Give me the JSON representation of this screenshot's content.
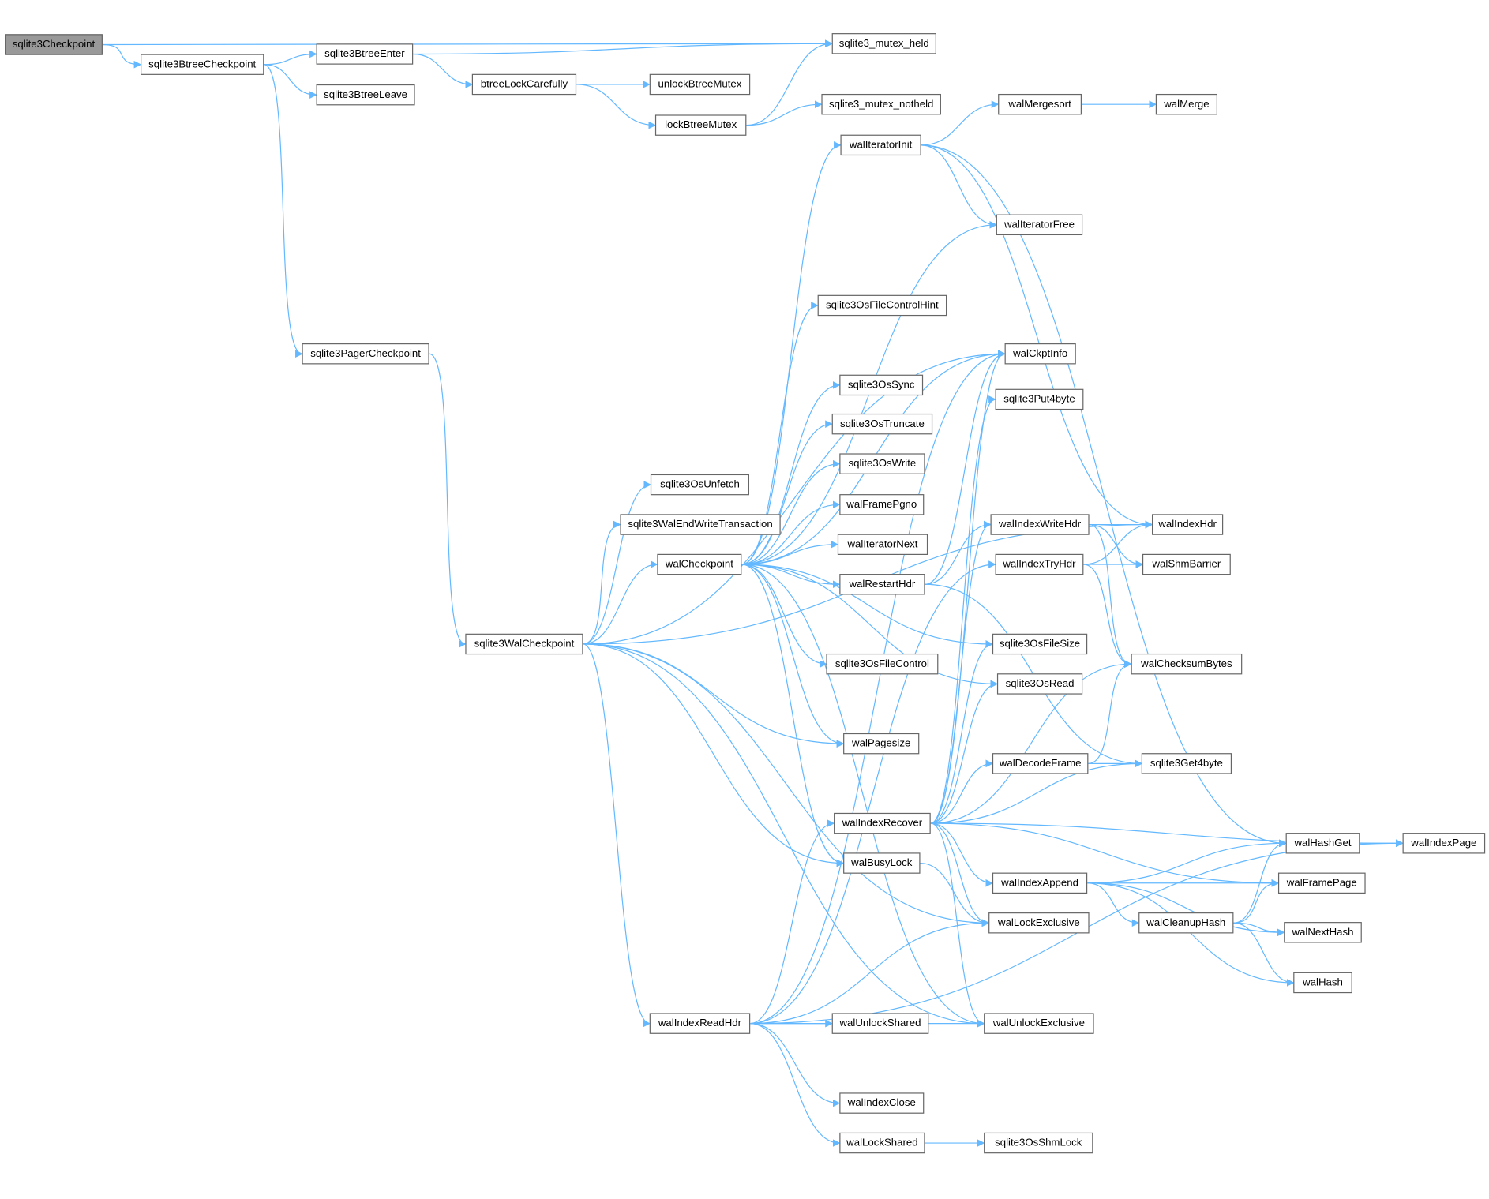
{
  "diagram": {
    "type": "call-graph",
    "edge_color": "#63b8ff",
    "root_fill": "#999999",
    "node_border": "#666666",
    "root": "sqlite3Checkpoint",
    "nodes": [
      "sqlite3Checkpoint",
      "sqlite3BtreeCheckpoint",
      "sqlite3BtreeEnter",
      "sqlite3BtreeLeave",
      "sqlite3_mutex_held",
      "btreeLockCarefully",
      "unlockBtreeMutex",
      "lockBtreeMutex",
      "sqlite3_mutex_notheld",
      "walMergesort",
      "walMerge",
      "walIteratorInit",
      "walIteratorFree",
      "sqlite3OsFileControlHint",
      "walCkptInfo",
      "sqlite3OsSync",
      "sqlite3Put4byte",
      "sqlite3OsTruncate",
      "sqlite3OsWrite",
      "sqlite3OsUnfetch",
      "walFramePgno",
      "sqlite3WalEndWriteTransaction",
      "walIndexWriteHdr",
      "walIndexHdr",
      "walCheckpoint",
      "walIteratorNext",
      "walIndexTryHdr",
      "walShmBarrier",
      "walRestartHdr",
      "sqlite3PagerCheckpoint",
      "sqlite3WalCheckpoint",
      "sqlite3OsFileSize",
      "sqlite3OsFileControl",
      "walChecksumBytes",
      "sqlite3OsRead",
      "walPagesize",
      "walDecodeFrame",
      "sqlite3Get4byte",
      "walIndexRecover",
      "walHashGet",
      "walIndexPage",
      "walBusyLock",
      "walIndexAppend",
      "walFramePage",
      "walCleanupHash",
      "walLockExclusive",
      "walNextHash",
      "walHash",
      "walIndexReadHdr",
      "walUnlockShared",
      "walUnlockExclusive",
      "walIndexClose",
      "walLockShared",
      "sqlite3OsShmLock"
    ],
    "edges": [
      [
        "sqlite3Checkpoint",
        "sqlite3BtreeCheckpoint"
      ],
      [
        "sqlite3Checkpoint",
        "sqlite3_mutex_held"
      ],
      [
        "sqlite3BtreeCheckpoint",
        "sqlite3BtreeEnter"
      ],
      [
        "sqlite3BtreeCheckpoint",
        "sqlite3BtreeLeave"
      ],
      [
        "sqlite3BtreeCheckpoint",
        "sqlite3PagerCheckpoint"
      ],
      [
        "sqlite3BtreeEnter",
        "sqlite3_mutex_held"
      ],
      [
        "sqlite3BtreeEnter",
        "btreeLockCarefully"
      ],
      [
        "btreeLockCarefully",
        "unlockBtreeMutex"
      ],
      [
        "btreeLockCarefully",
        "lockBtreeMutex"
      ],
      [
        "lockBtreeMutex",
        "sqlite3_mutex_held"
      ],
      [
        "lockBtreeMutex",
        "sqlite3_mutex_notheld"
      ],
      [
        "sqlite3PagerCheckpoint",
        "sqlite3WalCheckpoint"
      ],
      [
        "sqlite3WalCheckpoint",
        "sqlite3OsUnfetch"
      ],
      [
        "sqlite3WalCheckpoint",
        "sqlite3WalEndWriteTransaction"
      ],
      [
        "sqlite3WalCheckpoint",
        "walCheckpoint"
      ],
      [
        "sqlite3WalCheckpoint",
        "walCkptInfo"
      ],
      [
        "sqlite3WalCheckpoint",
        "walIndexHdr"
      ],
      [
        "sqlite3WalCheckpoint",
        "walPagesize"
      ],
      [
        "sqlite3WalCheckpoint",
        "walBusyLock"
      ],
      [
        "sqlite3WalCheckpoint",
        "walLockExclusive"
      ],
      [
        "sqlite3WalCheckpoint",
        "walIndexReadHdr"
      ],
      [
        "sqlite3WalCheckpoint",
        "walUnlockExclusive"
      ],
      [
        "walCheckpoint",
        "walIteratorInit"
      ],
      [
        "walCheckpoint",
        "walIteratorFree"
      ],
      [
        "walCheckpoint",
        "sqlite3OsFileControlHint"
      ],
      [
        "walCheckpoint",
        "walCkptInfo"
      ],
      [
        "walCheckpoint",
        "sqlite3OsSync"
      ],
      [
        "walCheckpoint",
        "sqlite3OsTruncate"
      ],
      [
        "walCheckpoint",
        "sqlite3OsWrite"
      ],
      [
        "walCheckpoint",
        "walFramePgno"
      ],
      [
        "walCheckpoint",
        "walIteratorNext"
      ],
      [
        "walCheckpoint",
        "walRestartHdr"
      ],
      [
        "walCheckpoint",
        "sqlite3OsFileSize"
      ],
      [
        "walCheckpoint",
        "sqlite3OsFileControl"
      ],
      [
        "walCheckpoint",
        "sqlite3OsRead"
      ],
      [
        "walCheckpoint",
        "walPagesize"
      ],
      [
        "walCheckpoint",
        "walBusyLock"
      ],
      [
        "walCheckpoint",
        "walUnlockExclusive"
      ],
      [
        "walIteratorInit",
        "walMergesort"
      ],
      [
        "walIteratorInit",
        "walIteratorFree"
      ],
      [
        "walIteratorInit",
        "walHashGet"
      ],
      [
        "walIteratorInit",
        "walIndexHdr"
      ],
      [
        "walMergesort",
        "walMerge"
      ],
      [
        "walRestartHdr",
        "walIndexWriteHdr"
      ],
      [
        "walRestartHdr",
        "walCkptInfo"
      ],
      [
        "walRestartHdr",
        "sqlite3Get4byte"
      ],
      [
        "walIndexWriteHdr",
        "walIndexHdr"
      ],
      [
        "walIndexWriteHdr",
        "walShmBarrier"
      ],
      [
        "walIndexWriteHdr",
        "walChecksumBytes"
      ],
      [
        "walIndexTryHdr",
        "walIndexHdr"
      ],
      [
        "walIndexTryHdr",
        "walShmBarrier"
      ],
      [
        "walIndexTryHdr",
        "walChecksumBytes"
      ],
      [
        "walDecodeFrame",
        "walChecksumBytes"
      ],
      [
        "walDecodeFrame",
        "sqlite3Get4byte"
      ],
      [
        "walIndexRecover",
        "walCkptInfo"
      ],
      [
        "walIndexRecover",
        "sqlite3Put4byte"
      ],
      [
        "walIndexRecover",
        "walIndexWriteHdr"
      ],
      [
        "walIndexRecover",
        "walIndexPage"
      ],
      [
        "walIndexRecover",
        "walChecksumBytes"
      ],
      [
        "walIndexRecover",
        "sqlite3OsFileSize"
      ],
      [
        "walIndexRecover",
        "sqlite3OsRead"
      ],
      [
        "walIndexRecover",
        "walDecodeFrame"
      ],
      [
        "walIndexRecover",
        "sqlite3Get4byte"
      ],
      [
        "walIndexRecover",
        "walFramePage"
      ],
      [
        "walIndexRecover",
        "walIndexAppend"
      ],
      [
        "walIndexRecover",
        "walLockExclusive"
      ],
      [
        "walIndexRecover",
        "walUnlockExclusive"
      ],
      [
        "walIndexAppend",
        "walHashGet"
      ],
      [
        "walIndexAppend",
        "walFramePage"
      ],
      [
        "walIndexAppend",
        "walCleanupHash"
      ],
      [
        "walIndexAppend",
        "walNextHash"
      ],
      [
        "walIndexAppend",
        "walHash"
      ],
      [
        "walCleanupHash",
        "walHashGet"
      ],
      [
        "walCleanupHash",
        "walFramePage"
      ],
      [
        "walCleanupHash",
        "walNextHash"
      ],
      [
        "walCleanupHash",
        "walHash"
      ],
      [
        "walHashGet",
        "walIndexPage"
      ],
      [
        "walBusyLock",
        "walLockExclusive"
      ],
      [
        "walIndexReadHdr",
        "walIndexRecover"
      ],
      [
        "walIndexReadHdr",
        "walIndexTryHdr"
      ],
      [
        "walIndexReadHdr",
        "walLockExclusive"
      ],
      [
        "walIndexReadHdr",
        "walUnlockShared"
      ],
      [
        "walIndexReadHdr",
        "walUnlockExclusive"
      ],
      [
        "walIndexReadHdr",
        "walIndexClose"
      ],
      [
        "walIndexReadHdr",
        "walLockShared"
      ],
      [
        "walIndexReadHdr",
        "walIndexPage"
      ],
      [
        "walIndexReadHdr",
        "walCkptInfo"
      ],
      [
        "walLockShared",
        "sqlite3OsShmLock"
      ]
    ]
  }
}
